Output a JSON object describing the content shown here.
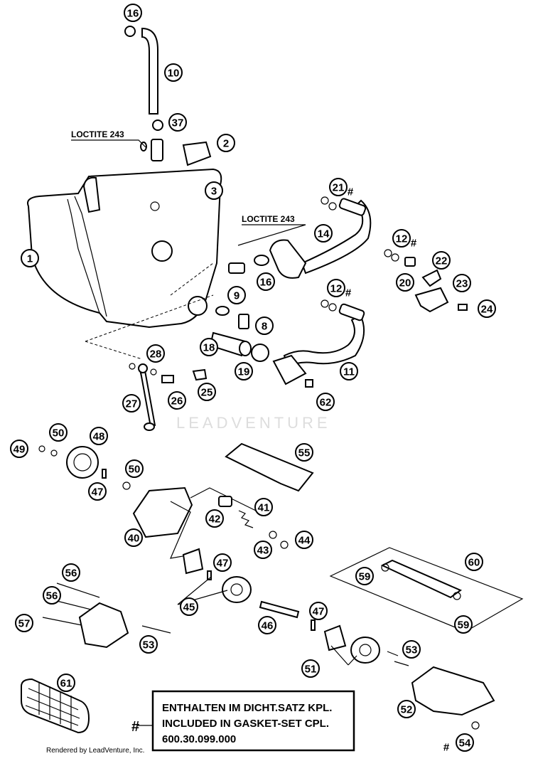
{
  "labels": {
    "loctite_1": "LOCTITE 243",
    "loctite_2": "LOCTITE 243",
    "hash_marker": "#",
    "note_line1": "ENTHALTEN IM DICHT.SATZ KPL.",
    "note_line2": "INCLUDED IN GASKET-SET CPL.",
    "note_line3": "600.30.099.000",
    "credit": "Rendered by LeadVenture, Inc.",
    "watermark": "LEADVENTURE"
  },
  "callouts": [
    {
      "n": "16",
      "hash": false
    },
    {
      "n": "10",
      "hash": false
    },
    {
      "n": "37",
      "hash": false
    },
    {
      "n": "2",
      "hash": false
    },
    {
      "n": "3",
      "hash": false
    },
    {
      "n": "1",
      "hash": false
    },
    {
      "n": "21",
      "hash": true
    },
    {
      "n": "14",
      "hash": false
    },
    {
      "n": "16",
      "hash": false
    },
    {
      "n": "12",
      "hash": true
    },
    {
      "n": "22",
      "hash": false
    },
    {
      "n": "20",
      "hash": false
    },
    {
      "n": "23",
      "hash": false
    },
    {
      "n": "24",
      "hash": false
    },
    {
      "n": "9",
      "hash": false
    },
    {
      "n": "12",
      "hash": true
    },
    {
      "n": "8",
      "hash": false
    },
    {
      "n": "18",
      "hash": false
    },
    {
      "n": "19",
      "hash": false
    },
    {
      "n": "11",
      "hash": false
    },
    {
      "n": "28",
      "hash": false
    },
    {
      "n": "26",
      "hash": false
    },
    {
      "n": "25",
      "hash": false
    },
    {
      "n": "27",
      "hash": false
    },
    {
      "n": "62",
      "hash": false
    },
    {
      "n": "49",
      "hash": false
    },
    {
      "n": "50",
      "hash": false
    },
    {
      "n": "48",
      "hash": false
    },
    {
      "n": "55",
      "hash": false
    },
    {
      "n": "50",
      "hash": false
    },
    {
      "n": "47",
      "hash": false
    },
    {
      "n": "41",
      "hash": false
    },
    {
      "n": "42",
      "hash": false
    },
    {
      "n": "40",
      "hash": false
    },
    {
      "n": "43",
      "hash": false
    },
    {
      "n": "44",
      "hash": false
    },
    {
      "n": "60",
      "hash": false
    },
    {
      "n": "47",
      "hash": false
    },
    {
      "n": "59",
      "hash": false
    },
    {
      "n": "45",
      "hash": false
    },
    {
      "n": "56",
      "hash": false
    },
    {
      "n": "56",
      "hash": false
    },
    {
      "n": "47",
      "hash": false
    },
    {
      "n": "46",
      "hash": false
    },
    {
      "n": "59",
      "hash": false
    },
    {
      "n": "57",
      "hash": false
    },
    {
      "n": "53",
      "hash": false
    },
    {
      "n": "51",
      "hash": false
    },
    {
      "n": "53",
      "hash": false
    },
    {
      "n": "61",
      "hash": false
    },
    {
      "n": "52",
      "hash": false
    },
    {
      "n": "54",
      "hash": true
    }
  ]
}
